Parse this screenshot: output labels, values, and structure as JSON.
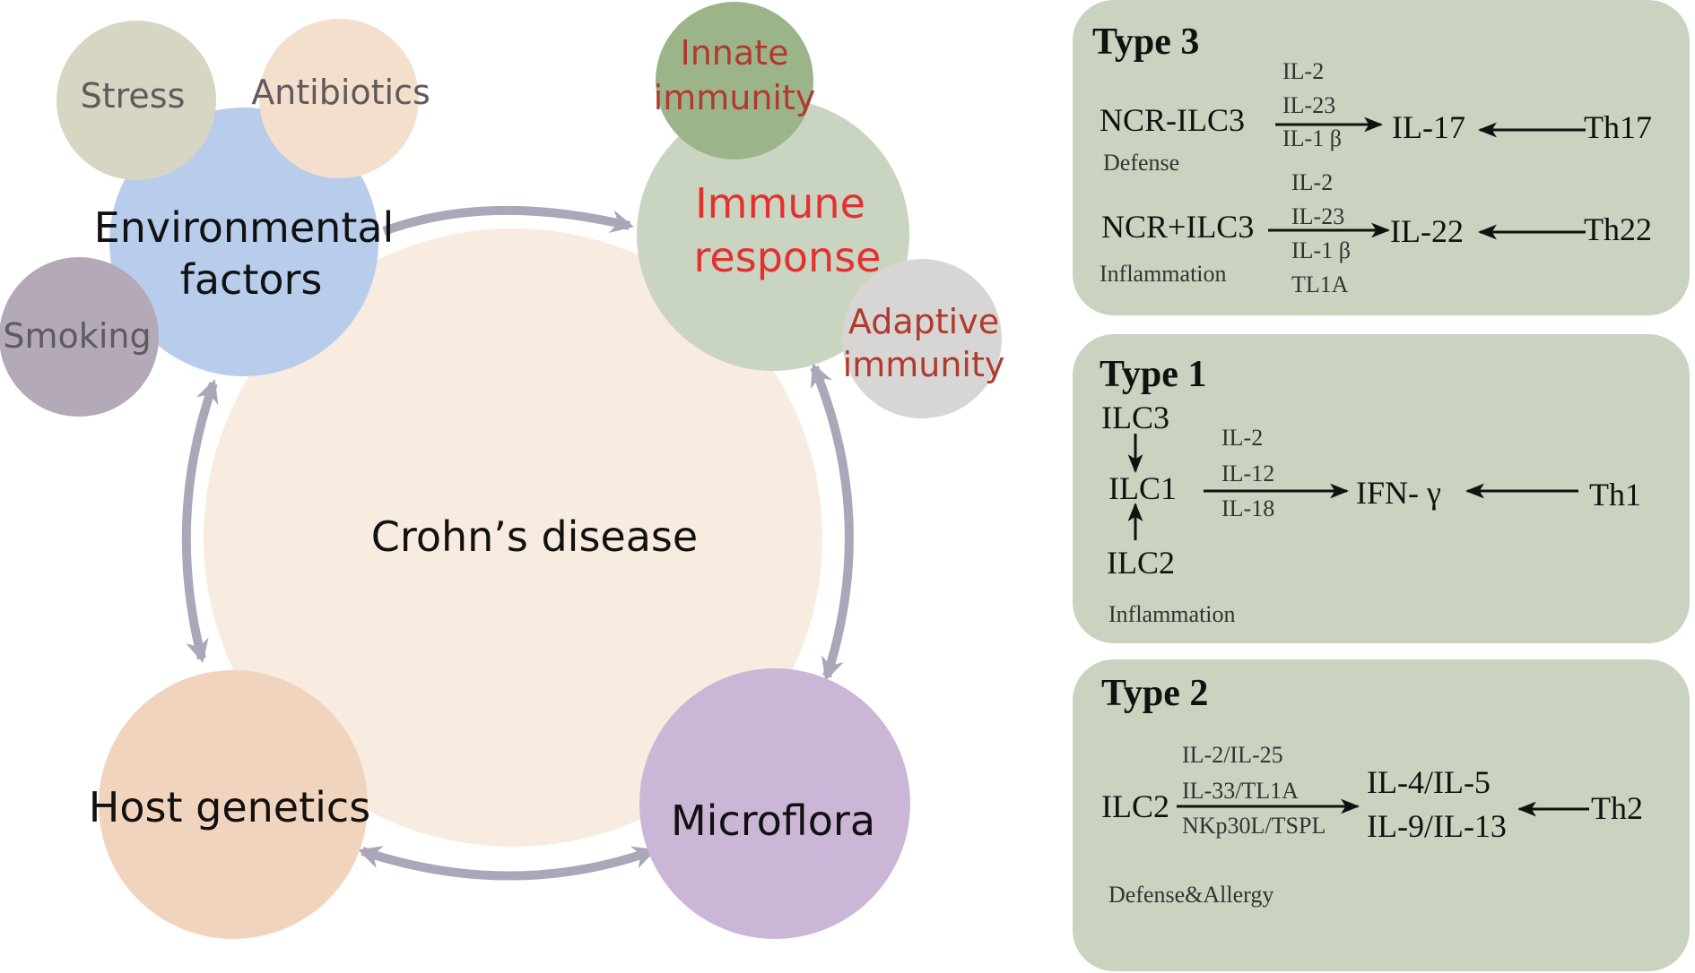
{
  "colors": {
    "center": "#f8ebe0",
    "environmental": "#b8cdeb",
    "stress": "#d6d6c3",
    "antibiotics": "#f4dfcd",
    "smoking": "#b4a9b7",
    "immune": "#c9d4c1",
    "innate": "#9cb48a",
    "adaptive": "#d7d6d4",
    "host": "#f0d4bd",
    "microflora": "#cbb6d7",
    "arrow": "#aba6b8",
    "panel": "#c9d3c0",
    "red_text": "#e53030",
    "darkred_text": "#b03a2e",
    "gray_text": "#5e5a5d"
  },
  "circles": {
    "center": "Crohn’s disease",
    "environmental": [
      "Environmental",
      "factors"
    ],
    "stress": "Stress",
    "antibiotics": "Antibiotics",
    "smoking": "Smoking",
    "immune": [
      "Immune",
      "response"
    ],
    "innate": [
      "Innate",
      "immunity"
    ],
    "adaptive": [
      "Adaptive",
      "immunity"
    ],
    "host": "Host genetics",
    "microflora": "Microflora"
  },
  "type3": {
    "title": "Type 3",
    "row1": {
      "source": "NCR-ILC3",
      "cytokines": [
        "IL-2",
        "IL-23",
        "IL-1 β"
      ],
      "product": "IL-17",
      "th": "Th17",
      "role": "Defense"
    },
    "row2": {
      "source": "NCR+ILC3",
      "cytokines": [
        "IL-2",
        "IL-23",
        "IL-1 β",
        "TL1A"
      ],
      "product": "IL-22",
      "th": "Th22",
      "role": "Inflammation"
    }
  },
  "type1": {
    "title": "Type 1",
    "ilc3": "ILC3",
    "ilc1": "ILC1",
    "ilc2": "ILC2",
    "cytokines": [
      "IL-2",
      "IL-12",
      "IL-18"
    ],
    "product": "IFN- γ",
    "th": "Th1",
    "role": "Inflammation"
  },
  "type2": {
    "title": "Type 2",
    "source": "ILC2",
    "cytokines": [
      "IL-2/IL-25",
      "IL-33/TL1A",
      "NKp30L/TSPL"
    ],
    "products": [
      "IL-4/IL-5",
      "IL-9/IL-13"
    ],
    "th": "Th2",
    "role": "Defense&Allergy"
  }
}
